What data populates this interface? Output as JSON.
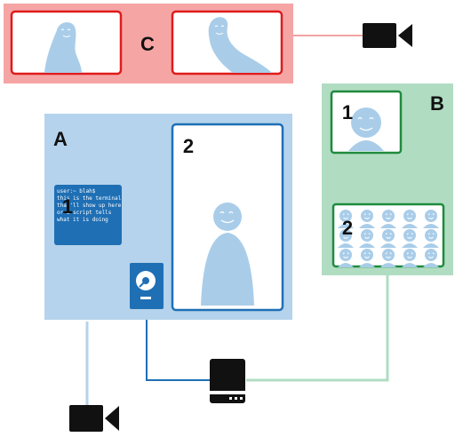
{
  "panels": {
    "c": {
      "label": "C"
    },
    "a": {
      "label": "A",
      "terminal": {
        "number": "1",
        "lines": [
          "user:~ blah$",
          "this is the terminal",
          "that'll show up here",
          "or a script tells",
          "what it is doing"
        ]
      },
      "camera_view": {
        "number": "2"
      }
    },
    "b": {
      "label": "B",
      "single_view": {
        "number": "1"
      },
      "grid_view": {
        "number": "2"
      }
    }
  },
  "colors": {
    "panel_c_fill": "#f6a5a5",
    "panel_c_border": "#e01b1b",
    "panel_a_fill": "#b5d3ec",
    "panel_a_border": "#1f6fb5",
    "panel_b_fill": "#b0dcc2",
    "panel_b_border": "#1e8a3e",
    "figure": "#a9cde9",
    "device": "#111111"
  },
  "icons": [
    "video-camera-icon",
    "hard-drive-icon",
    "server-icon",
    "smiley-figure-icon"
  ]
}
